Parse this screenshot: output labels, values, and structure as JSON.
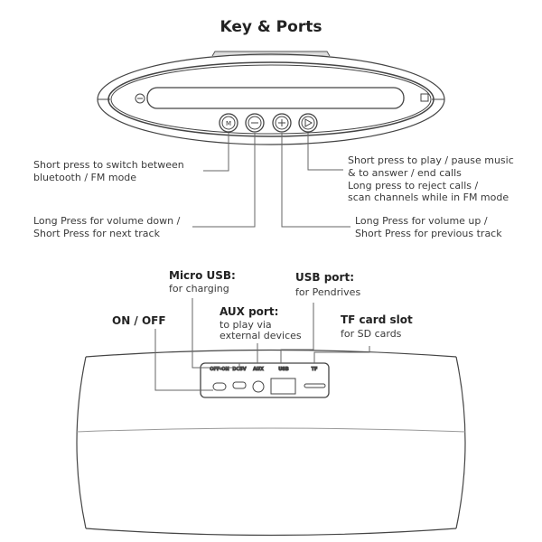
{
  "title": "Key & Ports",
  "top_callouts": {
    "mode": [
      "Short press to switch between",
      "bluetooth / FM mode"
    ],
    "volume_down": [
      "Long Press for volume down /",
      "Short Press for next track"
    ],
    "volume_up": [
      "Long Press for volume up /",
      "Short Press for previous track"
    ],
    "play": [
      "Short press to play / pause music",
      "& to answer / end calls",
      "Long press to reject calls /",
      "scan channels while in FM mode"
    ]
  },
  "bottom_callouts": {
    "on_off": {
      "title": "ON / OFF"
    },
    "micro_usb": {
      "title": "Micro USB:",
      "desc": "for charging"
    },
    "aux": {
      "title": "AUX port:",
      "desc1": "to play via",
      "desc2": "external devices"
    },
    "usb": {
      "title": "USB port:",
      "desc": "for Pendrives"
    },
    "tf": {
      "title": "TF card slot",
      "desc": "for SD cards"
    }
  },
  "port_labels": {
    "off_on": "OFF-ON",
    "dc5v": "DC5V",
    "aux": "AUX",
    "usb": "USB",
    "tf": "TF"
  }
}
